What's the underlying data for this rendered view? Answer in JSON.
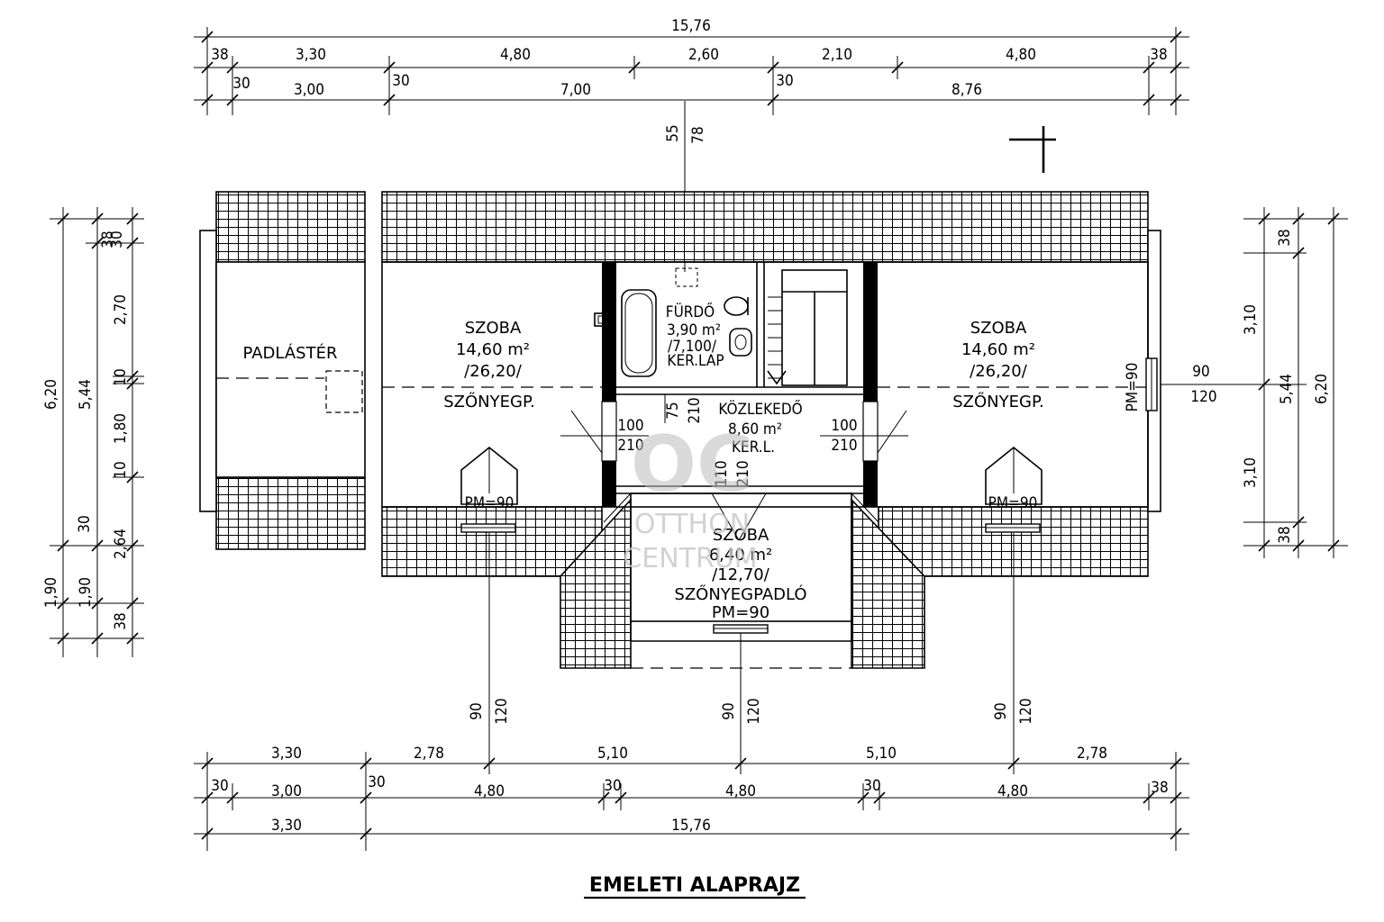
{
  "title": "EMELETI ALAPRAJZ",
  "watermark": {
    "logo": "OC",
    "line1": "OTTHON",
    "line2": "CENTRUM"
  },
  "rooms": {
    "padlaster": {
      "name": "PADLÁSTÉR"
    },
    "szoba_left": {
      "name": "SZOBA",
      "area": "14,60 m²",
      "perimeter": "/26,20/",
      "floor": "SZŐNYEGP."
    },
    "szoba_right": {
      "name": "SZOBA",
      "area": "14,60 m²",
      "perimeter": "/26,20/",
      "floor": "SZŐNYEGP."
    },
    "furdo": {
      "name": "FÜRDŐ",
      "area": "3,90 m²",
      "perimeter": "/7,100/",
      "floor": "KER.LAP"
    },
    "kozlekedo": {
      "name": "KÖZLEKEDŐ",
      "area": "8,60 m²",
      "floor": "KER.L."
    },
    "szoba_small": {
      "name": "SZOBA",
      "area": "6,40 m²",
      "perimeter": "/12,70/",
      "floor": "SZŐNYEGPADLÓ",
      "window": "PM=90"
    }
  },
  "openings": {
    "door_left": {
      "w": "100",
      "h": "210"
    },
    "door_right": {
      "w": "100",
      "h": "210"
    },
    "door_furdo": {
      "w": "75",
      "h": "210"
    },
    "door_center": {
      "w": "110",
      "h": "210"
    },
    "pm_left": "PM=90",
    "pm_right_dormer": "PM=90",
    "pm_gable": "PM=90",
    "gable_win": {
      "a": "90",
      "b": "120"
    },
    "dormer_left": {
      "a": "90",
      "b": "120"
    },
    "dormer_center": {
      "a": "90",
      "b": "120"
    },
    "dormer_right": {
      "a": "90",
      "b": "120"
    },
    "top_win": {
      "a": "55",
      "b": "78"
    }
  },
  "dims_top": {
    "total": "15,76",
    "row1": [
      "38",
      "3,30",
      "4,80",
      "2,60",
      "2,10",
      "4,80",
      "38"
    ],
    "row2": [
      "30",
      "3,00",
      "30",
      "7,00",
      "30",
      "8,76"
    ]
  },
  "dims_bottom": {
    "row1": [
      "3,30",
      "2,78",
      "5,10",
      "5,10",
      "2,78"
    ],
    "row2": [
      "30",
      "3,00",
      "30",
      "4,80",
      "30",
      "4,80",
      "30",
      "4,80",
      "38"
    ],
    "row3": [
      "3,30",
      "15,76"
    ]
  },
  "dims_left": {
    "total": "6,20",
    "mid": "5,44",
    "bottom_1": "1,90",
    "bottom_2": "1,90",
    "inner": [
      "38",
      "30",
      "2,70",
      "10",
      "1,80",
      "10",
      "30",
      "2,64",
      "38"
    ]
  },
  "dims_right": {
    "total": "6,20",
    "mid": "5,44",
    "inner": [
      "38",
      "3,10",
      "3,10",
      "38"
    ]
  }
}
